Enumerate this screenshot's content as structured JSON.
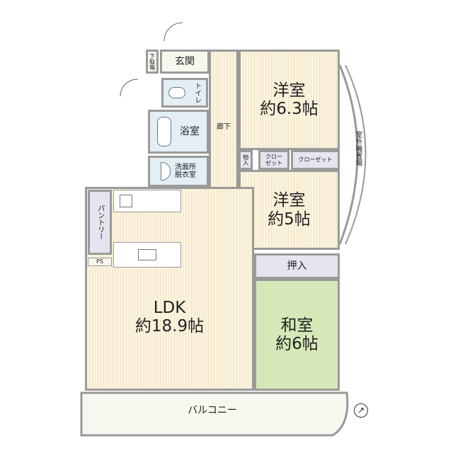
{
  "rooms": {
    "entrance": "玄関",
    "shoe_box": "下駄箱",
    "toilet": "トイレ",
    "bath": "浴室",
    "washroom": "洗面所\n脱衣室",
    "hallway": "廊下",
    "western1": {
      "name": "洋室",
      "size": "約6.3帖"
    },
    "western2": {
      "name": "洋室",
      "size": "約5帖"
    },
    "storage1": "物入",
    "storage2": "物入",
    "closet1": "クロー\nゼット",
    "closet2": "クローゼット",
    "oshiire": "押入",
    "washitsu": {
      "name": "和室",
      "size": "約6帖"
    },
    "ldk": {
      "name": "LDK",
      "size": "約18.9帖"
    },
    "pantry": "パントリー",
    "ps": "PS",
    "balcony": "バルコニー",
    "outdoor_unit": "室外機置場"
  },
  "icons": [
    "compass-icon",
    "toilet-icon",
    "bathtub-icon",
    "sink-icon",
    "stove-icon"
  ]
}
